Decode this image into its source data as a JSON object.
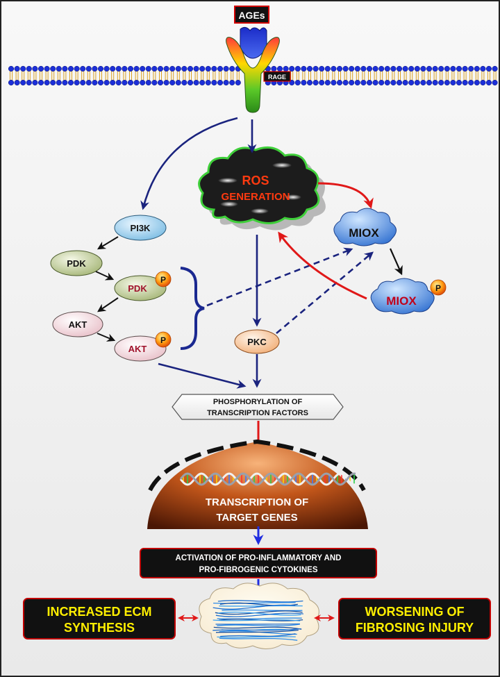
{
  "ligand": "AGEs",
  "receptor": "RAGE",
  "ros": {
    "line1": "ROS",
    "line2": "GENERATION"
  },
  "miox": "MIOX",
  "miox_p": "MIOX",
  "pi3k": "PI3K",
  "pdk": "PDK",
  "pdk_p": "PDK",
  "akt": "AKT",
  "akt_p": "AKT",
  "pkc": "PKC",
  "phospho_symbol": "P",
  "phosphorylation": {
    "line1": "PHOSPHORYLATION OF",
    "line2": "TRANSCRIPTION FACTORS"
  },
  "transcription": {
    "line1": "TRANSCRIPTION OF",
    "line2": "TARGET GENES"
  },
  "activation": {
    "line1": "ACTIVATION OF PRO-INFLAMMATORY AND",
    "line2": "PRO-FIBROGENIC CYTOKINES"
  },
  "ecm": {
    "line1": "INCREASED ECM",
    "line2": "SYNTHESIS"
  },
  "fibrosing": {
    "line1": "WORSENING OF",
    "line2": "FIBROSING INJURY"
  },
  "colors": {
    "navy_arrow": "#1a237e",
    "red_arrow": "#e01818",
    "outcome_text": "#ffef00",
    "ros_text": "#ff3a10",
    "miox_p_text": "#c0001a",
    "phospho_text": "#a0102a"
  }
}
